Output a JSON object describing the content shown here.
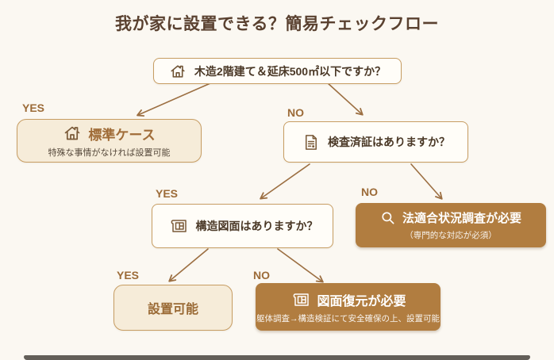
{
  "title": "我が家に設置できる？簡易チェックフロー",
  "labels": {
    "yes": "YES",
    "no": "NO"
  },
  "nodes": {
    "root": {
      "type": "question",
      "icon": "house-icon",
      "question": "木造2階建て＆延床500㎡以下ですか？"
    },
    "standard_case": {
      "type": "result-positive",
      "icon": "house-icon",
      "title": "標準ケース",
      "subtitle": "特殊な事情がなければ設置可能"
    },
    "inspection_certificate": {
      "type": "question",
      "icon": "document-icon",
      "question": "検査済証はありますか？"
    },
    "structural_drawing": {
      "type": "question",
      "icon": "blueprint-icon",
      "question": "構造図面はありますか？"
    },
    "legal_compliance_survey": {
      "type": "result-action",
      "icon": "magnifier-icon",
      "title": "法適合状況調査が必要",
      "subtitle": "（専門的な対応が必須）"
    },
    "installable": {
      "type": "result-positive",
      "title": "設置可能"
    },
    "drawing_restoration": {
      "type": "result-action",
      "icon": "blueprint-icon",
      "title": "図面復元が必要",
      "subtitle": "躯体調査→構造検証にて安全確保の上、設置可能"
    }
  },
  "edges": [
    {
      "from": "root",
      "to": "standard_case",
      "label": "YES"
    },
    {
      "from": "root",
      "to": "inspection_certificate",
      "label": "NO"
    },
    {
      "from": "inspection_certificate",
      "to": "structural_drawing",
      "label": "YES"
    },
    {
      "from": "inspection_certificate",
      "to": "legal_compliance_survey",
      "label": "NO"
    },
    {
      "from": "structural_drawing",
      "to": "installable",
      "label": "YES"
    },
    {
      "from": "structural_drawing",
      "to": "drawing_restoration",
      "label": "NO"
    }
  ],
  "colors": {
    "background": "#fbf8f2",
    "title_text": "#5a4130",
    "box_border": "#c79d63",
    "question_box_bg": "#fffdf8",
    "question_text": "#4a3826",
    "result_soft_bg": "#f6ecd9",
    "result_soft_text": "#a06c38",
    "result_strong_bg": "#b17d40",
    "result_strong_text": "#ffffff",
    "branch_label_text": "#9c6b38",
    "arrow": "#9c6f42"
  }
}
